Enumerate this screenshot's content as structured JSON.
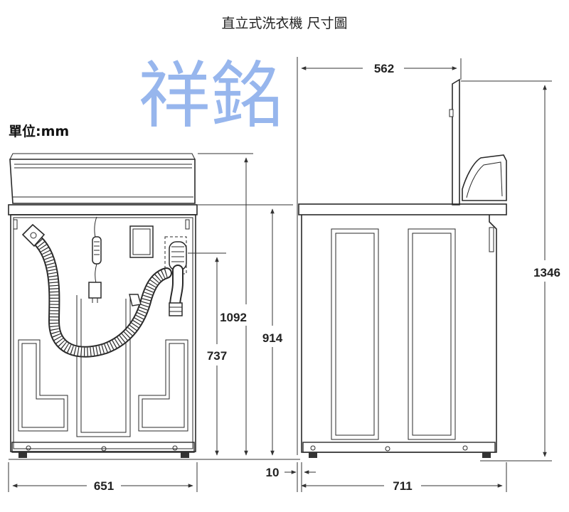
{
  "title": "直立式洗衣機 尺寸圖",
  "unit_label": "單位:mm",
  "watermark": "祥銘",
  "dimensions": {
    "width_front": "651",
    "depth_side": "711",
    "foot_offset": "10",
    "lid_open_depth": "562",
    "height_total_open": "1346",
    "height_lid_closed": "1092",
    "height_cabinet": "914",
    "height_hose": "737"
  }
}
